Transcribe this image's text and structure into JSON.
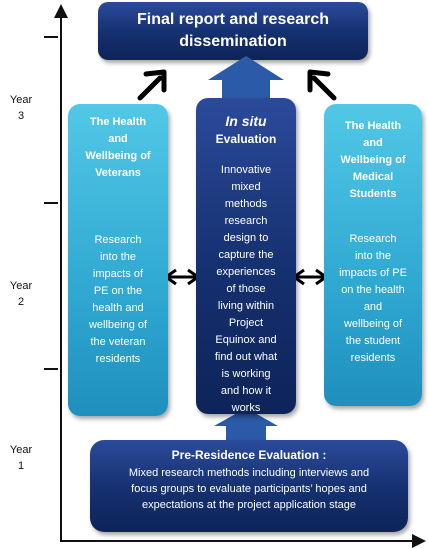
{
  "years": [
    {
      "line1": "Year",
      "line2": "3"
    },
    {
      "line1": "Year",
      "line2": "2"
    },
    {
      "line1": "Year",
      "line2": "1"
    }
  ],
  "top_box": {
    "line1": "Final report and research",
    "line2": "dissemination"
  },
  "left_column": {
    "title": [
      "The Health",
      "and",
      "Wellbeing of",
      "Veterans"
    ],
    "body": [
      "Research",
      "into the",
      "impacts of",
      "PE on the",
      "health and",
      "wellbeing of",
      "the veteran",
      "residents"
    ]
  },
  "middle_column": {
    "title_italic": "In situ",
    "title": "Evaluation",
    "body": [
      "Innovative",
      "mixed",
      "methods",
      "research",
      "design to",
      "capture the",
      "experiences",
      "of those",
      "living within",
      "Project",
      "Equinox and",
      "find out what",
      "is working",
      "and how it",
      "works"
    ]
  },
  "right_column": {
    "title": [
      "The Health",
      "and",
      "Wellbeing of",
      "Medical",
      "Students"
    ],
    "body": [
      "Research",
      "into the",
      "impacts of PE",
      "on the health",
      "and",
      "wellbeing of",
      "the student",
      "residents"
    ]
  },
  "bottom_box": {
    "title": "Pre-Residence Evaluation :",
    "body": [
      "Mixed research methods including interviews and",
      "focus groups to evaluate participants’ hopes and",
      "expectations at the project application stage"
    ]
  },
  "colors": {
    "navy": "#15306f",
    "cyan": "#2fa8d2",
    "arrow_fill": "#2b5aa8"
  }
}
